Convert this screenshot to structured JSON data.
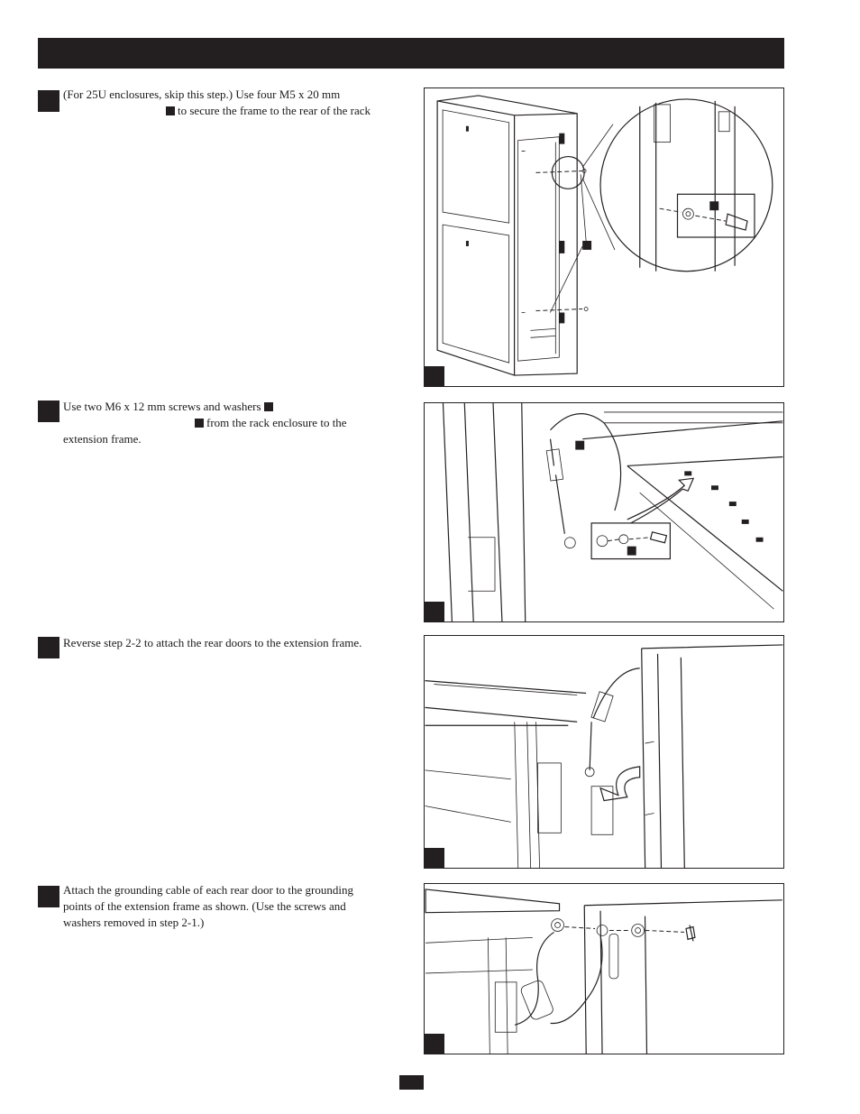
{
  "header": {
    "title": ""
  },
  "steps": [
    {
      "line1": "(For 25U enclosures, skip this step.) Use four M5 x 20 mm",
      "line2": "to secure the frame to the rear of the rack"
    },
    {
      "line1": "Use two M6 x 12 mm screws and washers",
      "line2": "from the rack enclosure to the",
      "line3": "extension frame."
    },
    {
      "line1": "Reverse step 2-2 to attach the rear doors to the extension frame."
    },
    {
      "line1": "Attach the grounding cable of each rear door to the grounding",
      "line2": "points of the extension frame as shown. (Use the screws and",
      "line3": "washers removed in step 2-1.)"
    }
  ],
  "footer": {
    "page_number": ""
  },
  "colors": {
    "ink": "#231f20",
    "paper": "#ffffff"
  },
  "icons": [
    "callout-marker-icon",
    "rack-illustration",
    "grounding-cable-illustration",
    "door-hinge-illustration",
    "screw-washer-illustration"
  ]
}
